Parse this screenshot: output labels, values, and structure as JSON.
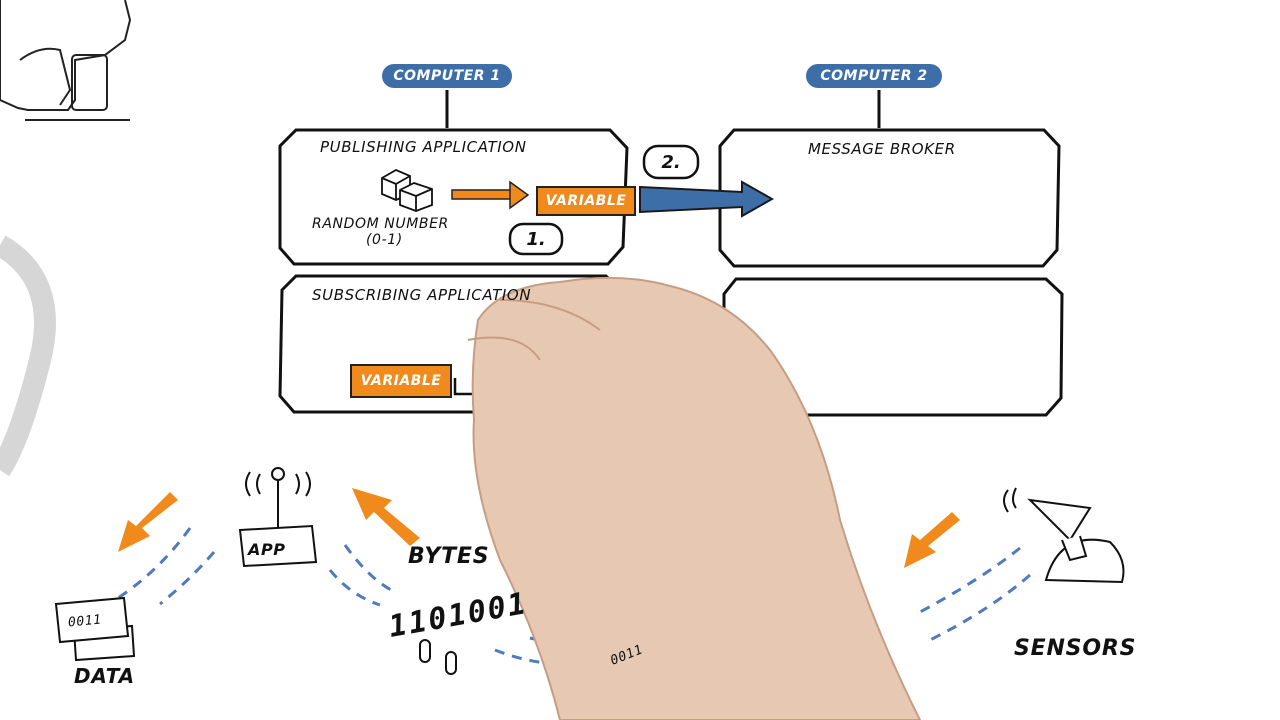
{
  "computer1": {
    "label": "COMPUTER 1"
  },
  "computer2": {
    "label": "COMPUTER 2"
  },
  "publisher": {
    "title": "PUBLISHING APPLICATION",
    "random_number_line1": "RANDOM NUMBER",
    "random_number_line2": "(0-1)",
    "variable_label": "VARIABLE",
    "step1": "1.",
    "step2": "2."
  },
  "broker": {
    "title": "MESSAGE BROKER"
  },
  "subscriber": {
    "title": "SUBSCRIBING APPLICATION",
    "variable_label": "VARIABLE"
  },
  "bottom": {
    "app_label": "APP",
    "bytes_label": "BYTES",
    "bytes_digits": "1101001",
    "data_label": "DATA",
    "data_card_text": "0011",
    "sensors_label": "SENSORS",
    "packet_text": "0011"
  },
  "colors": {
    "accent_orange": "#f08a1c",
    "accent_blue": "#3d6ea8",
    "ink": "#111111",
    "dash_blue": "#4f7bbd"
  }
}
